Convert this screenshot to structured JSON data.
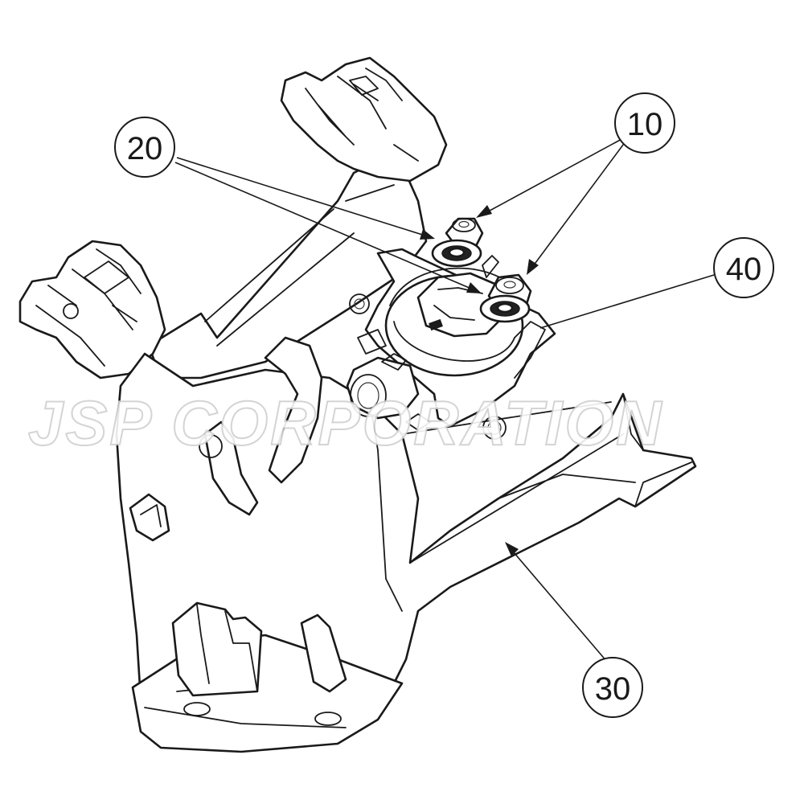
{
  "diagram": {
    "callouts": [
      {
        "id": "c10",
        "label": "10"
      },
      {
        "id": "c20",
        "label": "20"
      },
      {
        "id": "c30",
        "label": "30"
      },
      {
        "id": "c40",
        "label": "40"
      }
    ],
    "watermark": "JSP CORPORATION",
    "colors": {
      "line": "#1a1a1a",
      "background": "#ffffff",
      "watermark": "#d0d0d0"
    }
  }
}
